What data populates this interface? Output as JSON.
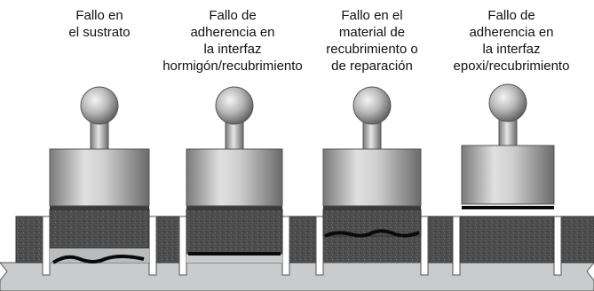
{
  "labels": [
    "Fallo en\nel sustrato",
    "Fallo de\nadherencia en\nla interfaz\nhormigón/recubrimiento",
    "Fallo en el\nmaterial de\nrecubrimiento o\nde reparación",
    "Fallo de\nadherencia en\nla interfaz\nepoxi/recubrimiento"
  ],
  "colors": {
    "substrate": "#c9cbcc",
    "coating": "#4a4a4a",
    "dolly_light": "#d8d8d8",
    "dolly_dark": "#6e6e6e",
    "failure_line": "#0a0a0a"
  }
}
